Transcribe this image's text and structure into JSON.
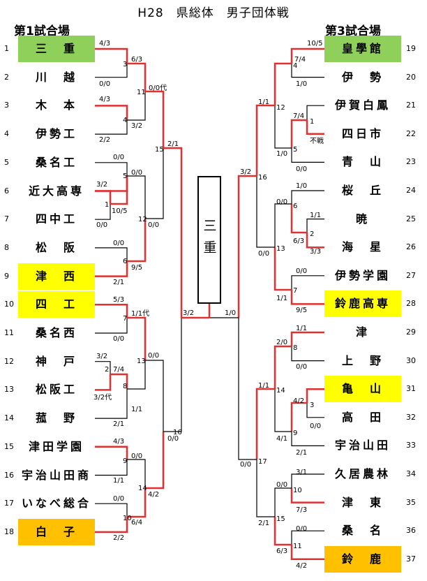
{
  "title": "H28　県総体　男子団体戦",
  "venue_left": "第1試合場",
  "venue_right": "第3試合場",
  "champion": "三重",
  "left_teams": [
    {
      "no": "1",
      "name": "三　重",
      "hl": "green"
    },
    {
      "no": "2",
      "name": "川　越",
      "hl": ""
    },
    {
      "no": "3",
      "name": "木　本",
      "hl": ""
    },
    {
      "no": "4",
      "name": "伊勢工",
      "hl": ""
    },
    {
      "no": "5",
      "name": "桑名工",
      "hl": ""
    },
    {
      "no": "6",
      "name": "近大高専",
      "hl": ""
    },
    {
      "no": "7",
      "name": "四中工",
      "hl": ""
    },
    {
      "no": "8",
      "name": "松　阪",
      "hl": ""
    },
    {
      "no": "9",
      "name": "津　西",
      "hl": "yellow"
    },
    {
      "no": "10",
      "name": "四　工",
      "hl": "yellow"
    },
    {
      "no": "11",
      "name": "桑名西",
      "hl": ""
    },
    {
      "no": "12",
      "name": "神　戸",
      "hl": ""
    },
    {
      "no": "13",
      "name": "松阪工",
      "hl": ""
    },
    {
      "no": "14",
      "name": "菰　野",
      "hl": ""
    },
    {
      "no": "15",
      "name": "津田学園",
      "hl": ""
    },
    {
      "no": "16",
      "name": "宇治山田商",
      "hl": ""
    },
    {
      "no": "17",
      "name": "いなべ総合",
      "hl": ""
    },
    {
      "no": "18",
      "name": "白　子",
      "hl": "orange"
    }
  ],
  "right_teams": [
    {
      "no": "19",
      "name": "皇學館",
      "hl": "green"
    },
    {
      "no": "20",
      "name": "伊　勢",
      "hl": ""
    },
    {
      "no": "21",
      "name": "伊賀白鳳",
      "hl": ""
    },
    {
      "no": "22",
      "name": "四日市",
      "hl": ""
    },
    {
      "no": "23",
      "name": "青　山",
      "hl": ""
    },
    {
      "no": "24",
      "name": "桜　丘",
      "hl": ""
    },
    {
      "no": "25",
      "name": "暁",
      "hl": ""
    },
    {
      "no": "26",
      "name": "海　星",
      "hl": ""
    },
    {
      "no": "27",
      "name": "伊勢学園",
      "hl": ""
    },
    {
      "no": "28",
      "name": "鈴鹿高専",
      "hl": "yellow"
    },
    {
      "no": "29",
      "name": "津",
      "hl": ""
    },
    {
      "no": "30",
      "name": "上　野",
      "hl": ""
    },
    {
      "no": "31",
      "name": "亀　山",
      "hl": "yellow"
    },
    {
      "no": "32",
      "name": "高　田",
      "hl": ""
    },
    {
      "no": "33",
      "name": "宇治山田",
      "hl": ""
    },
    {
      "no": "34",
      "name": "久居農林",
      "hl": ""
    },
    {
      "no": "35",
      "name": "津　東",
      "hl": ""
    },
    {
      "no": "36",
      "name": "桑　名",
      "hl": ""
    },
    {
      "no": "37",
      "name": "鈴　鹿",
      "hl": "orange"
    }
  ],
  "score_labels": [
    "4/3",
    "0/0",
    "6/3",
    "3",
    "11",
    "0/0代",
    "4/3",
    "2/2",
    "4",
    "3/2",
    "15",
    "2/1",
    "0/0",
    "3/2",
    "0/0",
    "5",
    "1",
    "10/5",
    "0/0",
    "12",
    "0/0",
    "0/0",
    "2/1",
    "6",
    "9/5",
    "5/3",
    "0/0",
    "1/1代",
    "7",
    "13",
    "0/0",
    "3/2",
    "2",
    "7/4",
    "3/2代",
    "8",
    "1/1",
    "2/1",
    "16",
    "0/0",
    "4/3",
    "1/1",
    "0/0",
    "9",
    "14",
    "4/2",
    "0/0",
    "2/2",
    "6/4",
    "10",
    "3/2",
    "1/0",
    "10/5",
    "1/0",
    "7/4",
    "4",
    "1/1",
    "12",
    "7/4",
    "1",
    "不戦",
    "0/0",
    "5",
    "1/0",
    "3/2",
    "16",
    "1/0",
    "0/0",
    "6",
    "1/1",
    "2",
    "6/3",
    "3/3",
    "0/0",
    "13",
    "0/0",
    "1/1",
    "7",
    "9/5",
    "1/1",
    "2/0",
    "8",
    "0/0",
    "1/1",
    "14",
    "4/2",
    "3",
    "0/0",
    "9",
    "4/1",
    "2/1",
    "3/1",
    "0/0",
    "10",
    "7/3",
    "0/0",
    "17",
    "2/1",
    "15",
    "0/0",
    "11",
    "6/3",
    "4/2"
  ],
  "colors": {
    "win_line": "#e03030",
    "line": "#000000",
    "green": "#8fd05a",
    "yellow": "#ffff00",
    "orange": "#ffc000"
  }
}
